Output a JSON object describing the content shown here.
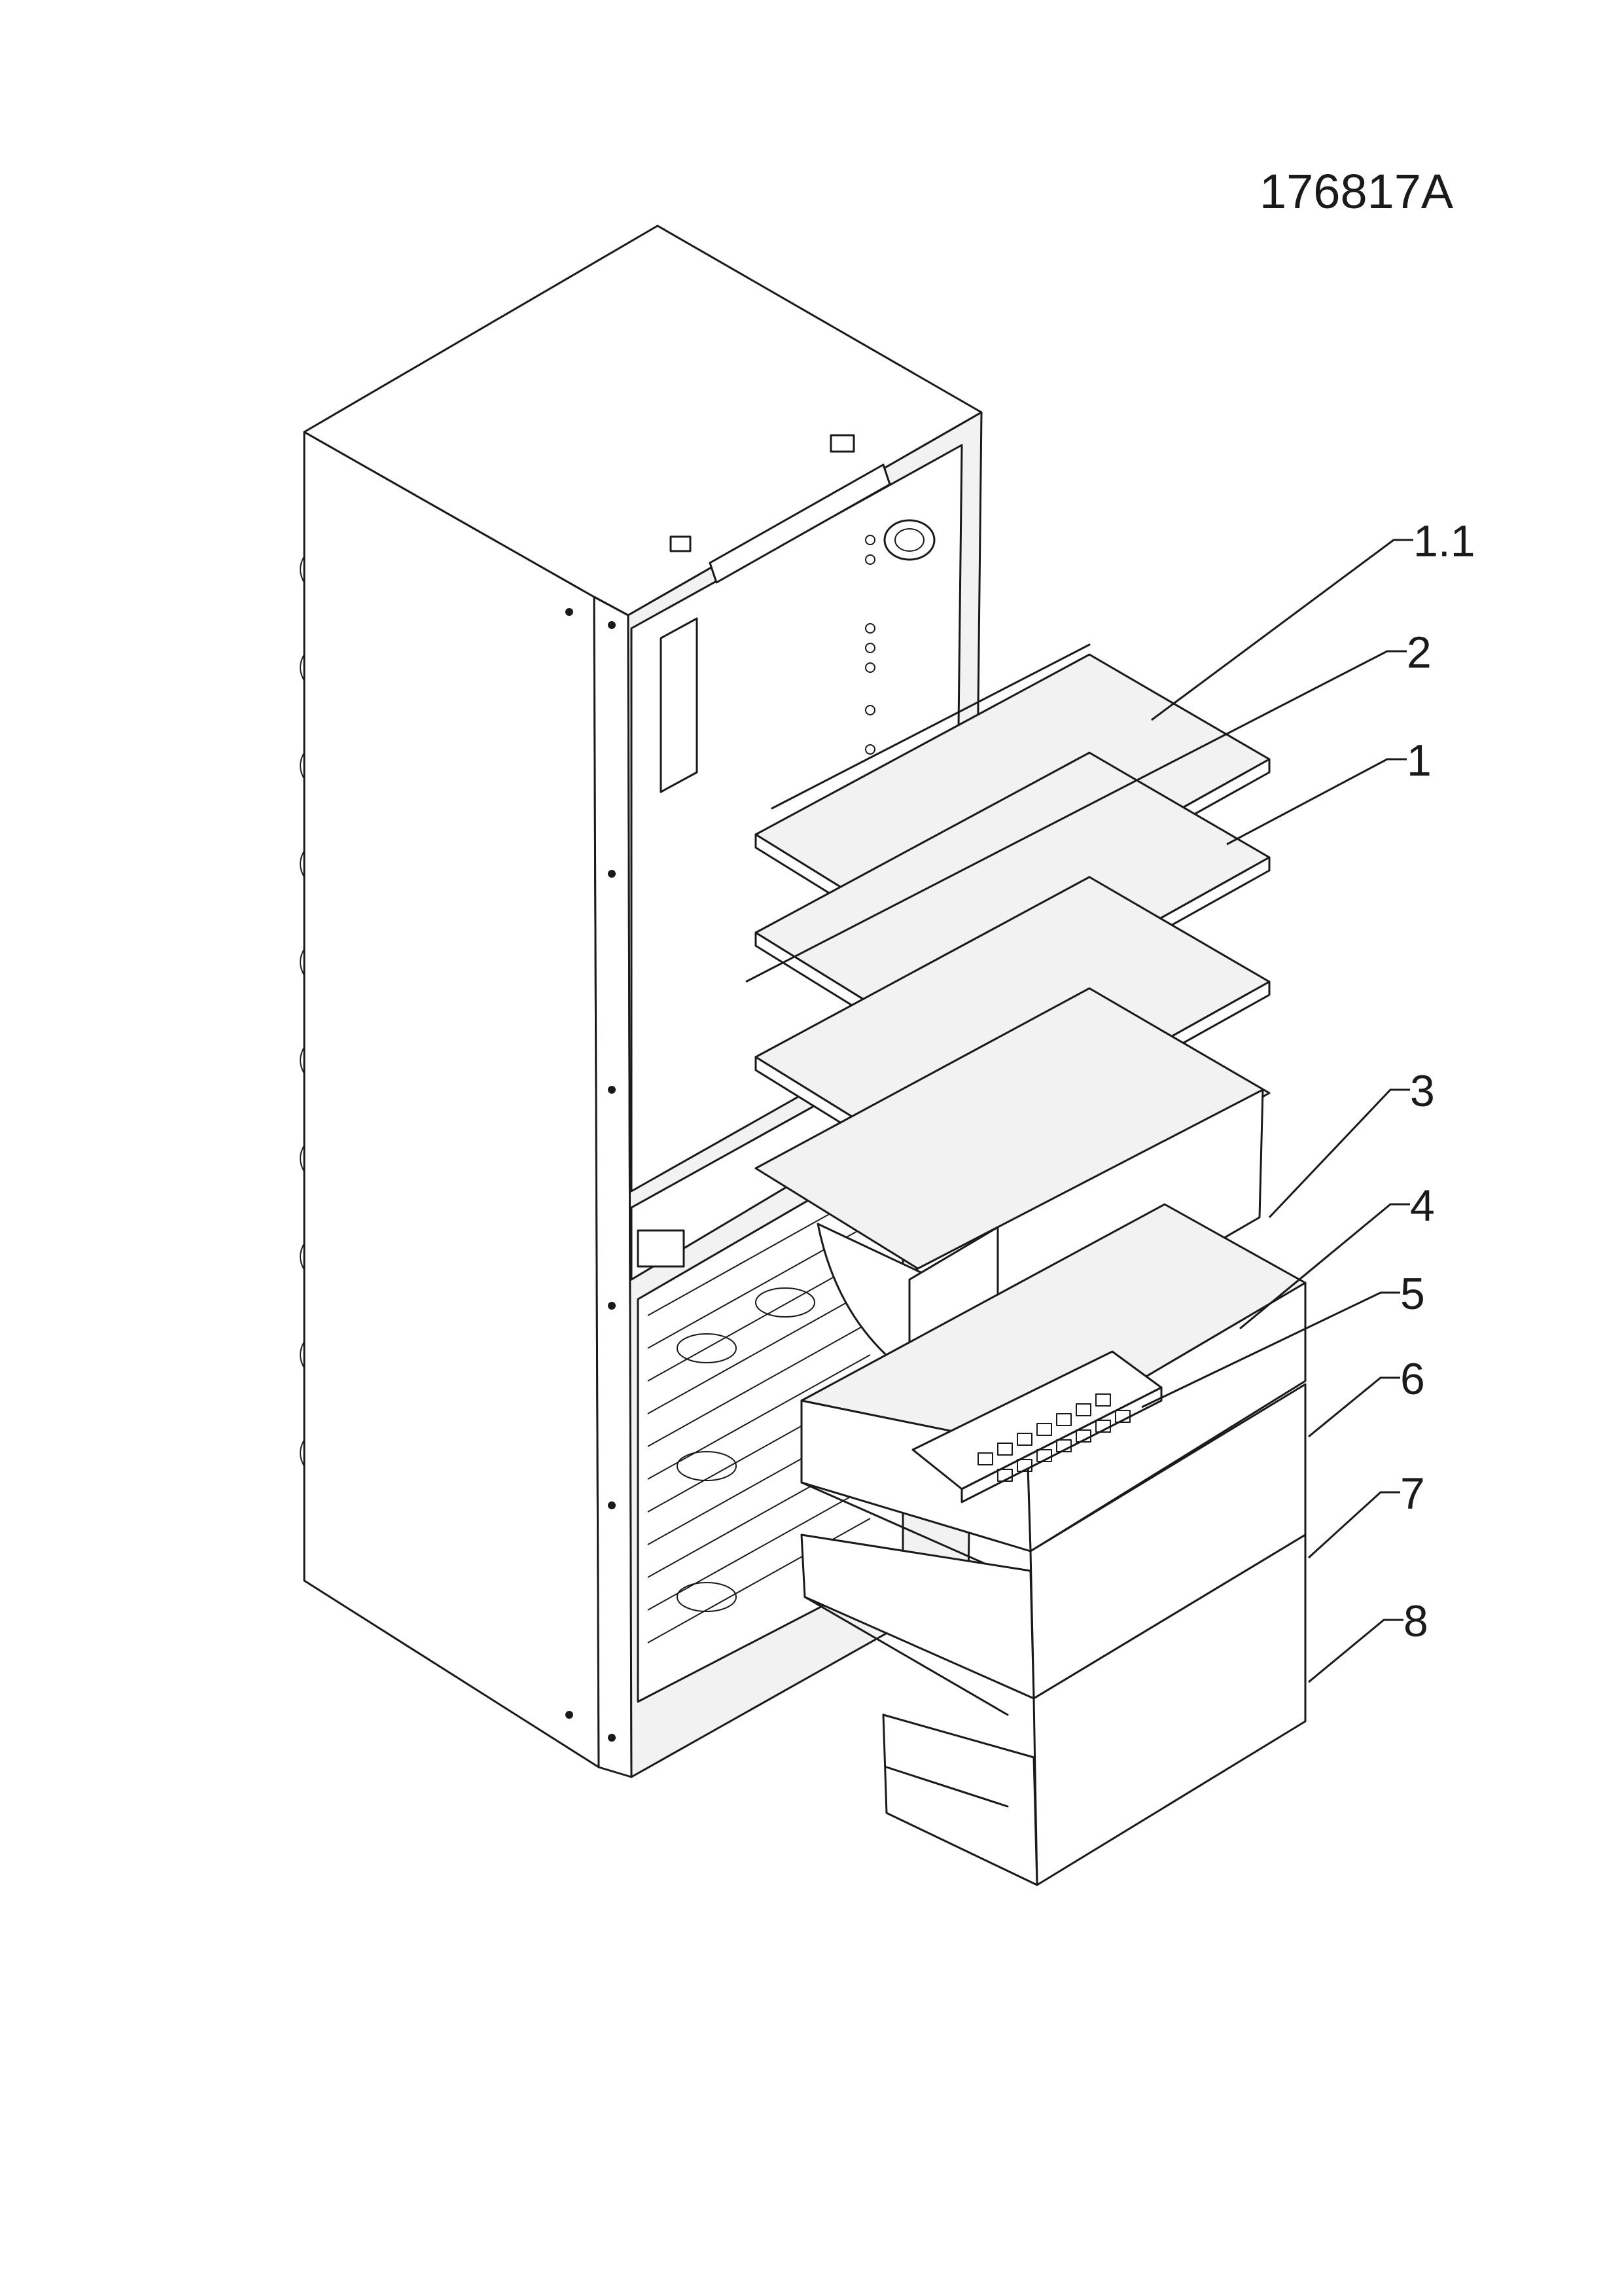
{
  "drawing_number": "176817A",
  "callouts": [
    "1.1",
    "2",
    "1",
    "3",
    "4",
    "5",
    "6",
    "7",
    "8"
  ]
}
